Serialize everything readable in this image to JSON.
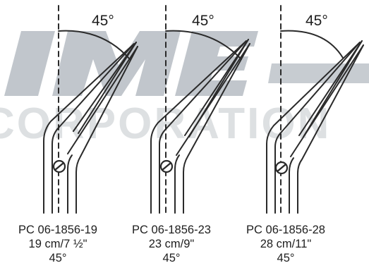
{
  "watermark": {
    "logo_line": "IME",
    "corporation_text": "CORPORATION"
  },
  "instruments": [
    {
      "angle_label": "45°",
      "catalog_number": "PC 06-1856-19",
      "length": "19 cm/7 ½\"",
      "angle": "45°"
    },
    {
      "angle_label": "45°",
      "catalog_number": "PC 06-1856-23",
      "length": "23 cm/9\"",
      "angle": "45°"
    },
    {
      "angle_label": "45°",
      "catalog_number": "PC 06-1856-28",
      "length": "28 cm/11\"",
      "angle": "45°"
    }
  ]
}
